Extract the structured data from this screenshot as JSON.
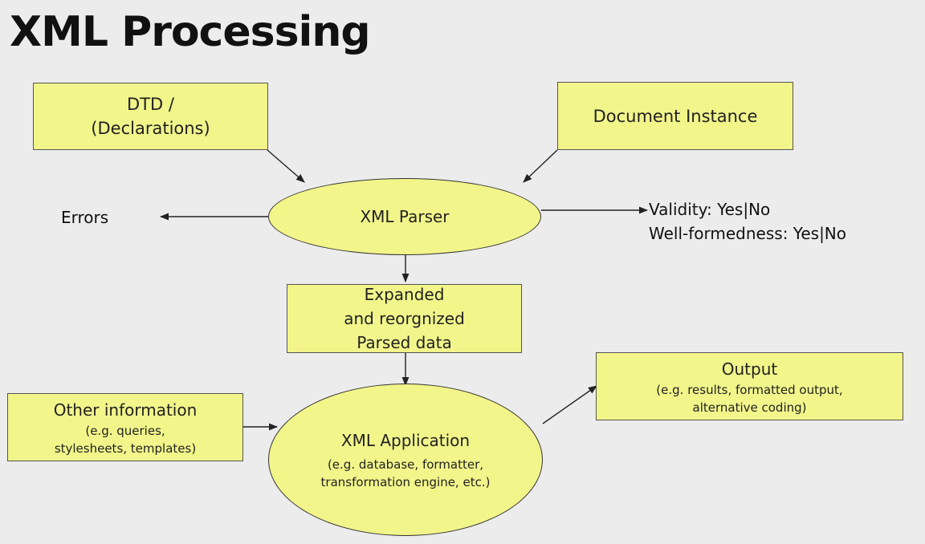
{
  "title": "XML Processing",
  "nodes": {
    "dtd": {
      "line1": "DTD /",
      "line2": "(Declarations)"
    },
    "document_instance": {
      "label": "Document Instance"
    },
    "parser": {
      "label": "XML Parser"
    },
    "errors": {
      "label": "Errors"
    },
    "validity": {
      "line1": "Validity: Yes|No",
      "line2": "Well-formedness: Yes|No"
    },
    "parsed_data": {
      "line1": "Expanded",
      "line2": "and reorgnized",
      "line3": "Parsed data"
    },
    "other_info": {
      "title": "Other information",
      "line1": "(e.g. queries,",
      "line2": "stylesheets, templates)"
    },
    "application": {
      "title": "XML Application",
      "line1": "(e.g. database, formatter,",
      "line2": "transformation engine, etc.)"
    },
    "output": {
      "title": "Output",
      "line1": "(e.g. results, formatted output,",
      "line2": "alternative coding)"
    }
  },
  "colors": {
    "box_fill": "#f2f58a",
    "background": "#ececec"
  }
}
